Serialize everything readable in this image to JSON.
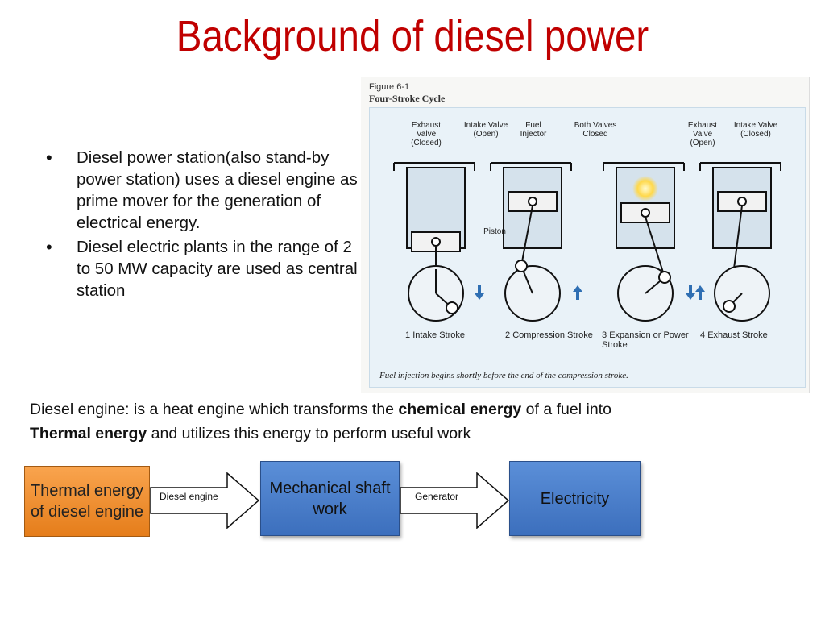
{
  "title": "Background of diesel power",
  "bullets": [
    "Diesel power station(also stand-by power station) uses a diesel engine as prime mover for the generation of electrical energy.",
    "Diesel electric plants in the range of 2 to 50 MW capacity are used as central station"
  ],
  "figure": {
    "caption_line1": "Figure 6-1",
    "caption_line2": "Four-Stroke Cycle",
    "labels": {
      "exhaust_closed": "Exhaust Valve (Closed)",
      "intake_open": "Intake Valve (Open)",
      "fuel_injector": "Fuel Injector",
      "both_closed": "Both Valves Closed",
      "exhaust_open": "Exhaust Valve (Open)",
      "intake_closed": "Intake Valve (Closed)",
      "piston": "Piston"
    },
    "strokes": [
      {
        "num": "1",
        "name": "Intake Stroke"
      },
      {
        "num": "2",
        "name": "Compression Stroke"
      },
      {
        "num": "3",
        "name": "Expansion or Power Stroke"
      },
      {
        "num": "4",
        "name": "Exhaust Stroke"
      }
    ],
    "note": "Fuel injection begins shortly before the end of the compression stroke."
  },
  "description": {
    "part1": "Diesel engine: is a heat engine which transforms the ",
    "bold1": "chemical energy",
    "part2": " of a fuel into ",
    "bold2": "Thermal energy",
    "part3": " and utilizes this energy to perform useful work"
  },
  "flow": {
    "box1": "Thermal energy of diesel engine",
    "arrow1": "Diesel engine",
    "box2": "Mechanical shaft work",
    "arrow2": "Generator",
    "box3": "Electricity"
  }
}
